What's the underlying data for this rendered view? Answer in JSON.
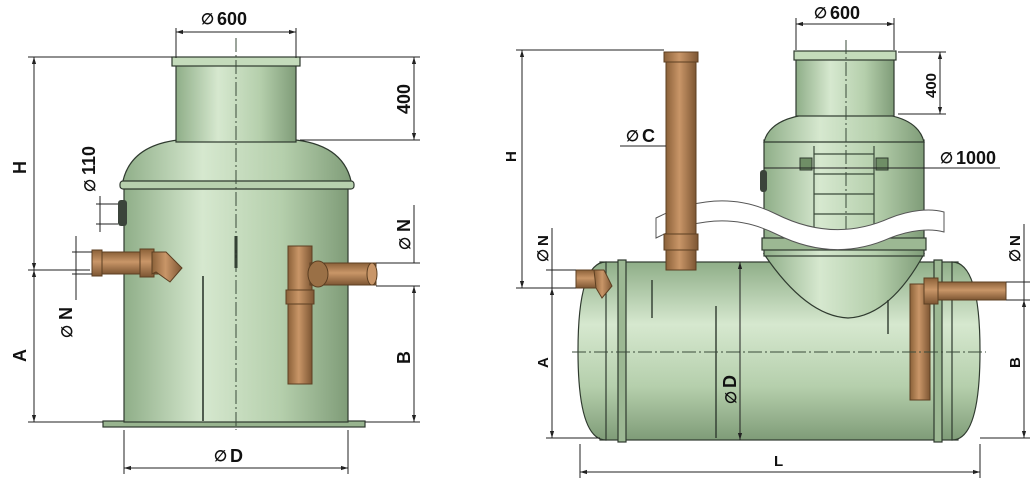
{
  "colors": {
    "tank_light": "#cfe2c8",
    "tank_mid": "#a9c6a0",
    "tank_dark": "#7f9c78",
    "pipe": "#b98657",
    "pipe_dark": "#7d5633",
    "line": "#222222"
  },
  "left_view": {
    "dims": {
      "neck_diameter": "600",
      "neck_height": "400",
      "height": "H",
      "inlet_diameter": "110",
      "inlet_n": "N",
      "outlet_n": "N",
      "inlet_level": "A",
      "outlet_level": "B",
      "diameter": "D"
    }
  },
  "right_view": {
    "dims": {
      "neck_diameter": "600",
      "neck_height": "400",
      "height": "H",
      "vent_diameter": "C",
      "shaft_diameter": "1000",
      "inlet_n": "N",
      "outlet_n": "N",
      "inlet_level": "A",
      "outlet_level": "B",
      "diameter": "D",
      "length": "L"
    }
  },
  "symbols": {
    "diameter": "∅"
  }
}
